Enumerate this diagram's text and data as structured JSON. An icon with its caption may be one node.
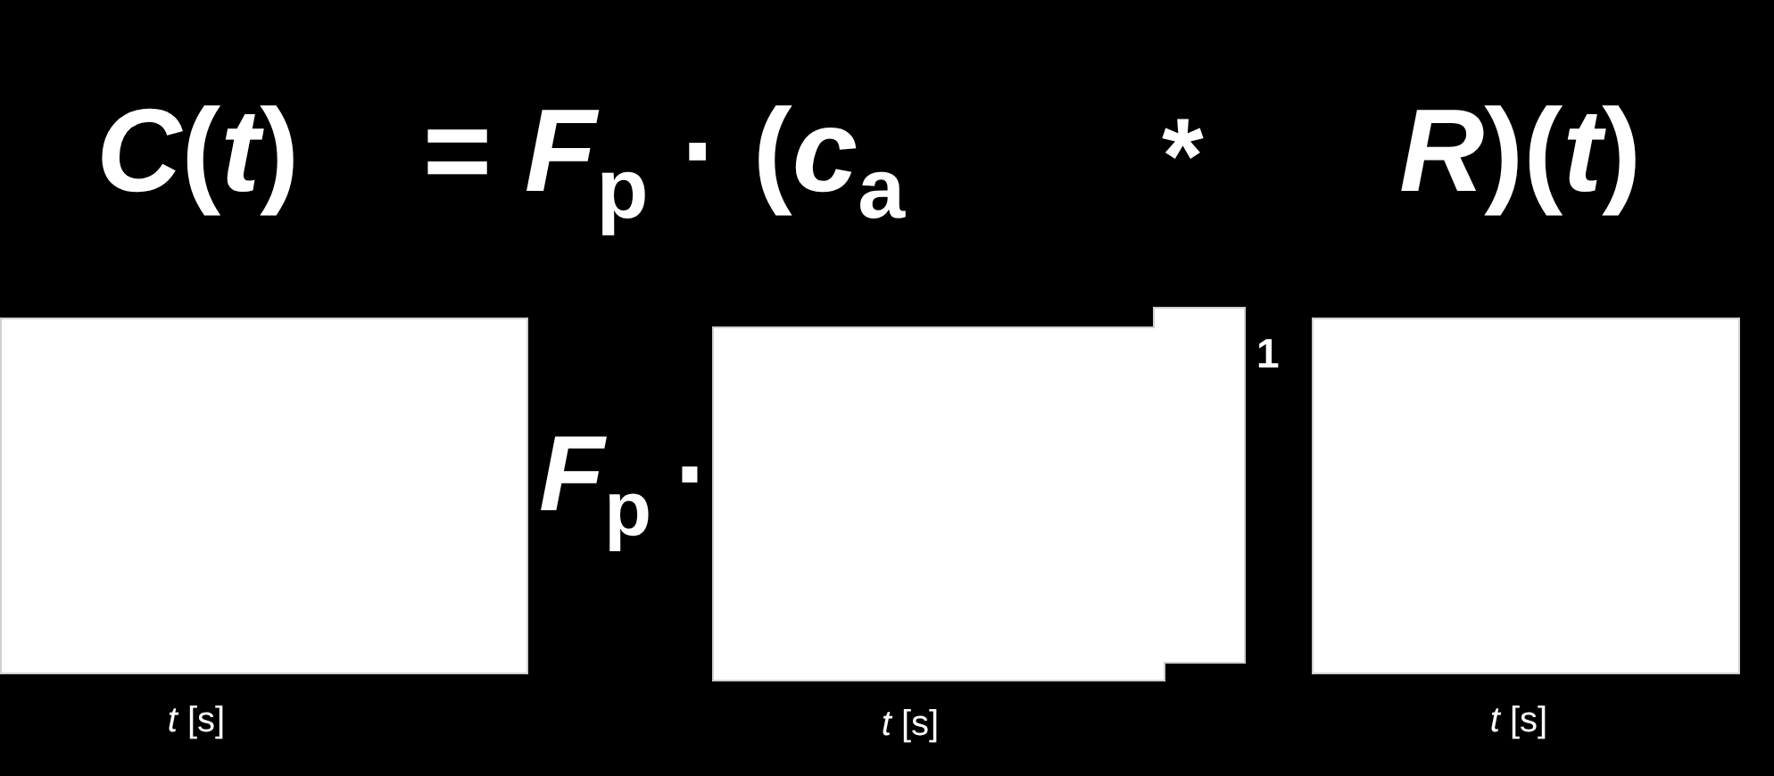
{
  "diagram": {
    "nodes": [
      {
        "text": [],
        "shape": "box",
        "beside": [
          "*t* [s]"
        ]
      },
      {
        "text": [],
        "shape": "box",
        "beside": [
          "*t* [s]"
        ]
      },
      {
        "text": [],
        "shape": "box",
        "beside": [
          "*t* [s]"
        ]
      }
    ],
    "labels": [
      "*C*(*t*)",
      "= *F*$_{p}$ · (*c*$_{a}$",
      "*",
      "*R*)(*t*)",
      "*F*$_{p}$ ·",
      "1"
    ]
  }
}
